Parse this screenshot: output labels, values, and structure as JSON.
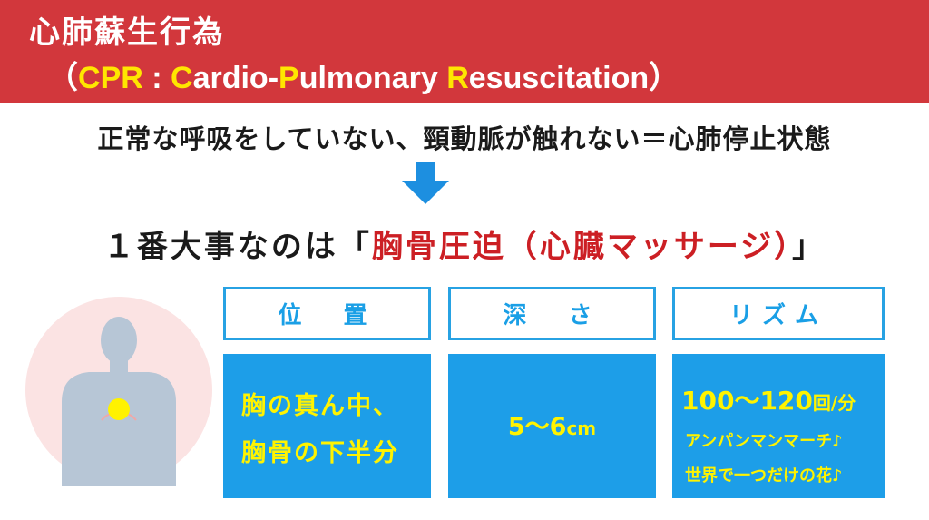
{
  "header": {
    "title": "心肺蘇生行為",
    "subtitle_open": "（",
    "subtitle_C": "C",
    "subtitle_PR": "PR",
    "subtitle_colon": " : ",
    "subtitle_C2": "C",
    "subtitle_ardio": "ardio-",
    "subtitle_P": "P",
    "subtitle_ulmonary": "ulmonary ",
    "subtitle_R": "R",
    "subtitle_esus": "esuscitation",
    "subtitle_close": "）"
  },
  "statement": "正常な呼吸をしていない、頸動脈が触れない＝心肺停止状態",
  "key_line": {
    "prefix": "１番大事なのは「",
    "emphasis": "胸骨圧迫（心臓マッサージ）",
    "suffix": "」"
  },
  "columns": {
    "position": {
      "heading": "位　置",
      "line1": "胸の真ん中、",
      "line2": "胸骨の下半分"
    },
    "depth": {
      "heading": "深　さ",
      "value": "5〜6",
      "unit": "cm"
    },
    "rhythm": {
      "heading": "リズム",
      "value": "100〜120",
      "unit": "回/分",
      "song1": "アンパンマンマーチ♪",
      "song2": "世界で一つだけの花♪"
    }
  },
  "colors": {
    "header_bg": "#d2373c",
    "accent_yellow": "#ffe600",
    "accent_red": "#cc1f24",
    "box_blue": "#1d9ee8",
    "box_text_yellow": "#fff300"
  },
  "icons": {
    "arrow": "down-arrow-icon",
    "figure": "torso-icon"
  }
}
